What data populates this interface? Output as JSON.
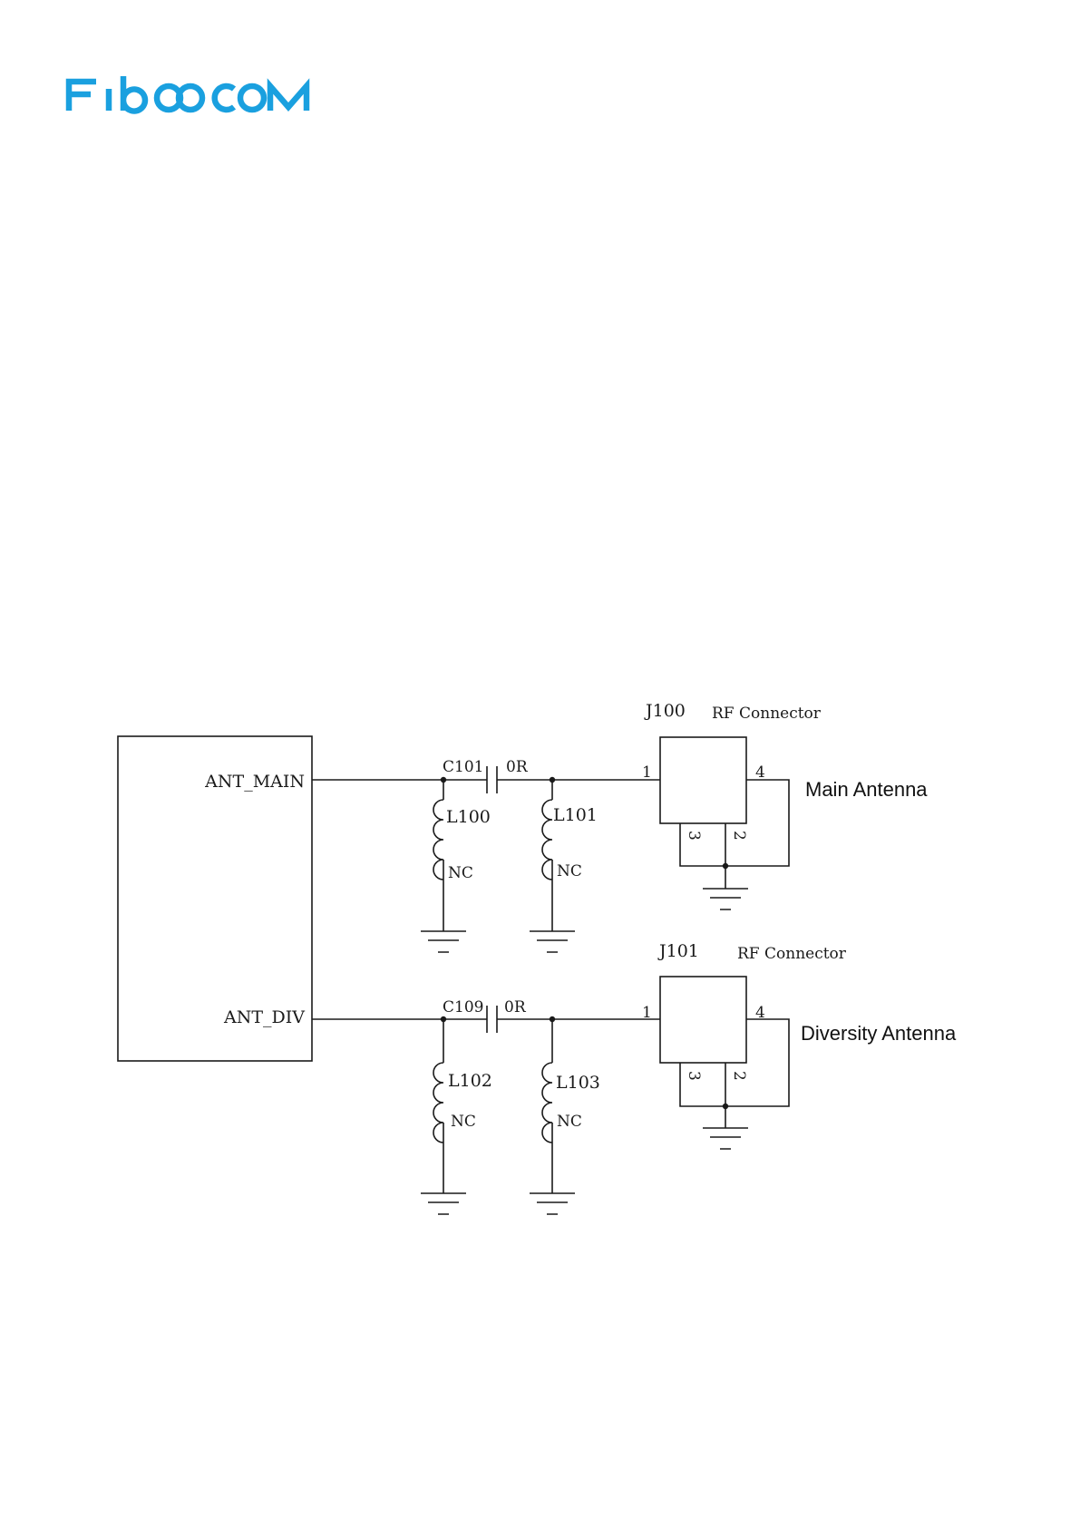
{
  "brand": {
    "logo_text": "Fibocom",
    "color": "#1aa0df"
  },
  "module": {
    "pin_main": "ANT_MAIN",
    "pin_div": "ANT_DIV"
  },
  "main_path": {
    "cap_ref": "C101",
    "cap_value": "0R",
    "shunt1_ref": "L100",
    "shunt1_value": "NC",
    "shunt2_ref": "L101",
    "shunt2_value": "NC",
    "conn_ref": "J100",
    "conn_desc": "RF Connector",
    "pin1": "1",
    "pin2": "2",
    "pin3": "3",
    "pin4": "4",
    "antenna_label": "Main Antenna"
  },
  "div_path": {
    "cap_ref": "C109",
    "cap_value": "0R",
    "shunt1_ref": "L102",
    "shunt1_value": "NC",
    "shunt2_ref": "L103",
    "shunt2_value": "NC",
    "conn_ref": "J101",
    "conn_desc": "RF Connector",
    "pin1": "1",
    "pin2": "2",
    "pin3": "3",
    "pin4": "4",
    "antenna_label": "Diversity Antenna"
  }
}
